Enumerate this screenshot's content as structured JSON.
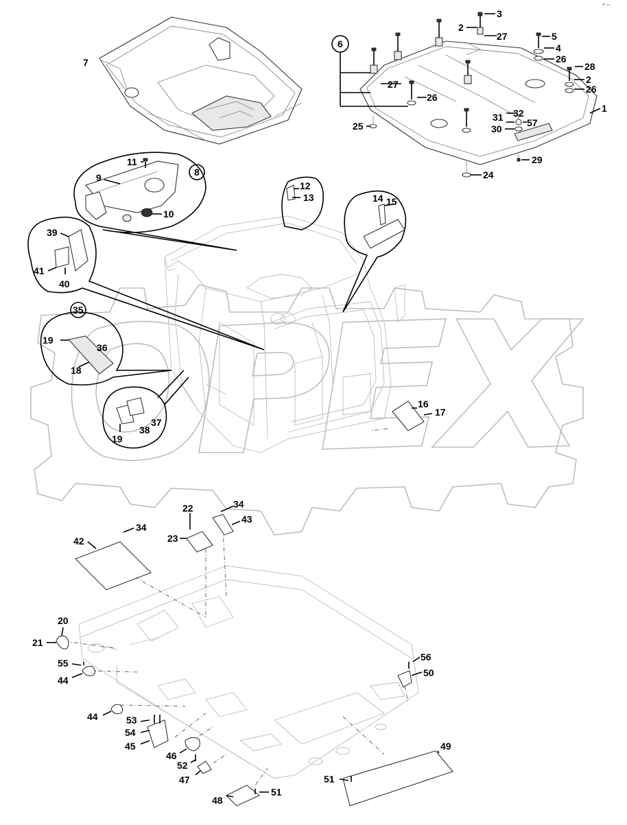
{
  "corner_mark": "sᴾ ₙₙₙ",
  "watermark": "OPEX",
  "callouts": {
    "c1": "1",
    "c2a": "2",
    "c2b": "2",
    "c3": "3",
    "c4": "4",
    "c5": "5",
    "c6": "6",
    "c7": "7",
    "c8": "8",
    "c9": "9",
    "c10": "10",
    "c11": "11",
    "c12": "12",
    "c13": "13",
    "c14": "14",
    "c15": "15",
    "c16": "16",
    "c17": "17",
    "c18": "18",
    "c19a": "19",
    "c19b": "19",
    "c20": "20",
    "c21": "21",
    "c22": "22",
    "c23": "23",
    "c24": "24",
    "c25": "25",
    "c26a": "26",
    "c26b": "26",
    "c26c": "26",
    "c27a": "27",
    "c27b": "27",
    "c28": "28",
    "c29": "29",
    "c30": "30",
    "c31": "31",
    "c32": "32",
    "c34a": "34",
    "c34b": "34",
    "c35": "35",
    "c36": "36",
    "c37": "37",
    "c38": "38",
    "c39": "39",
    "c40": "40",
    "c41": "41",
    "c42": "42",
    "c43": "43",
    "c44a": "44",
    "c44b": "44",
    "c45": "45",
    "c46": "46",
    "c47": "47",
    "c48": "48",
    "c49": "49",
    "c50": "50",
    "c51a": "51",
    "c51b": "51",
    "c52": "52",
    "c53": "53",
    "c54": "54",
    "c55": "55",
    "c56": "56",
    "c57": "57"
  }
}
